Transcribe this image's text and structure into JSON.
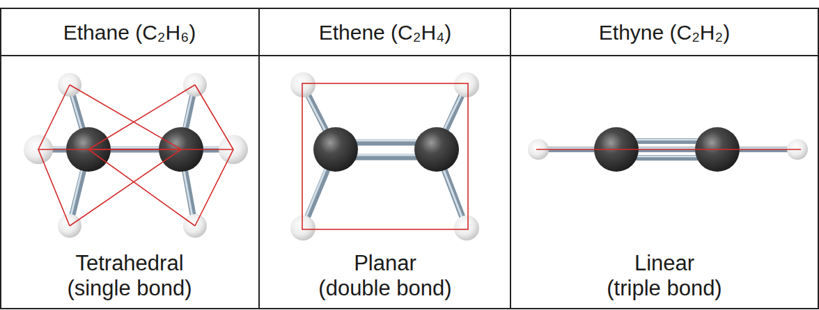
{
  "diagram": {
    "labels": [
      "Ethane (C₂H₆)",
      "Ethene (C₂H₄)",
      "Ethyne (C₂H₂)",
      "Tetrahedral (single bond)",
      "Planar (double bond)",
      "Linear (triple bond)"
    ]
  }
}
